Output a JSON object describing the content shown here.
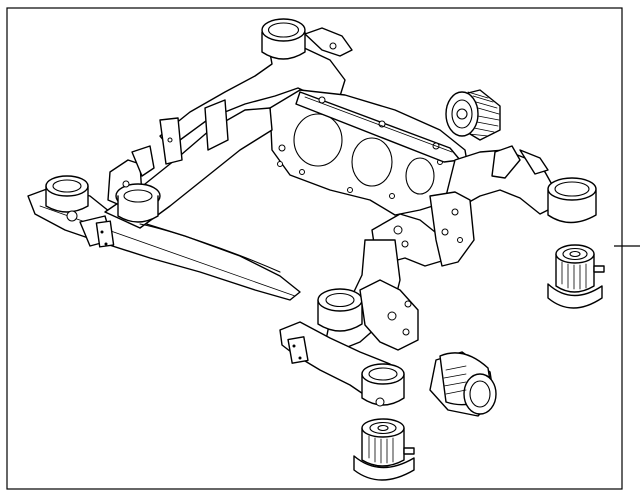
{
  "diagram": {
    "parts": [
      {
        "id": "subframe",
        "icon": "rear-subframe-crossmember"
      },
      {
        "id": "bushing-top",
        "icon": "ribbed-cylindrical-bushing"
      },
      {
        "id": "bushing-right",
        "icon": "flanged-mount-bushing"
      },
      {
        "id": "bushing-center",
        "icon": "angled-mount-bushing"
      },
      {
        "id": "bushing-bottom",
        "icon": "flanged-mount-bushing"
      }
    ],
    "frame_border": true,
    "leader_line": true
  }
}
